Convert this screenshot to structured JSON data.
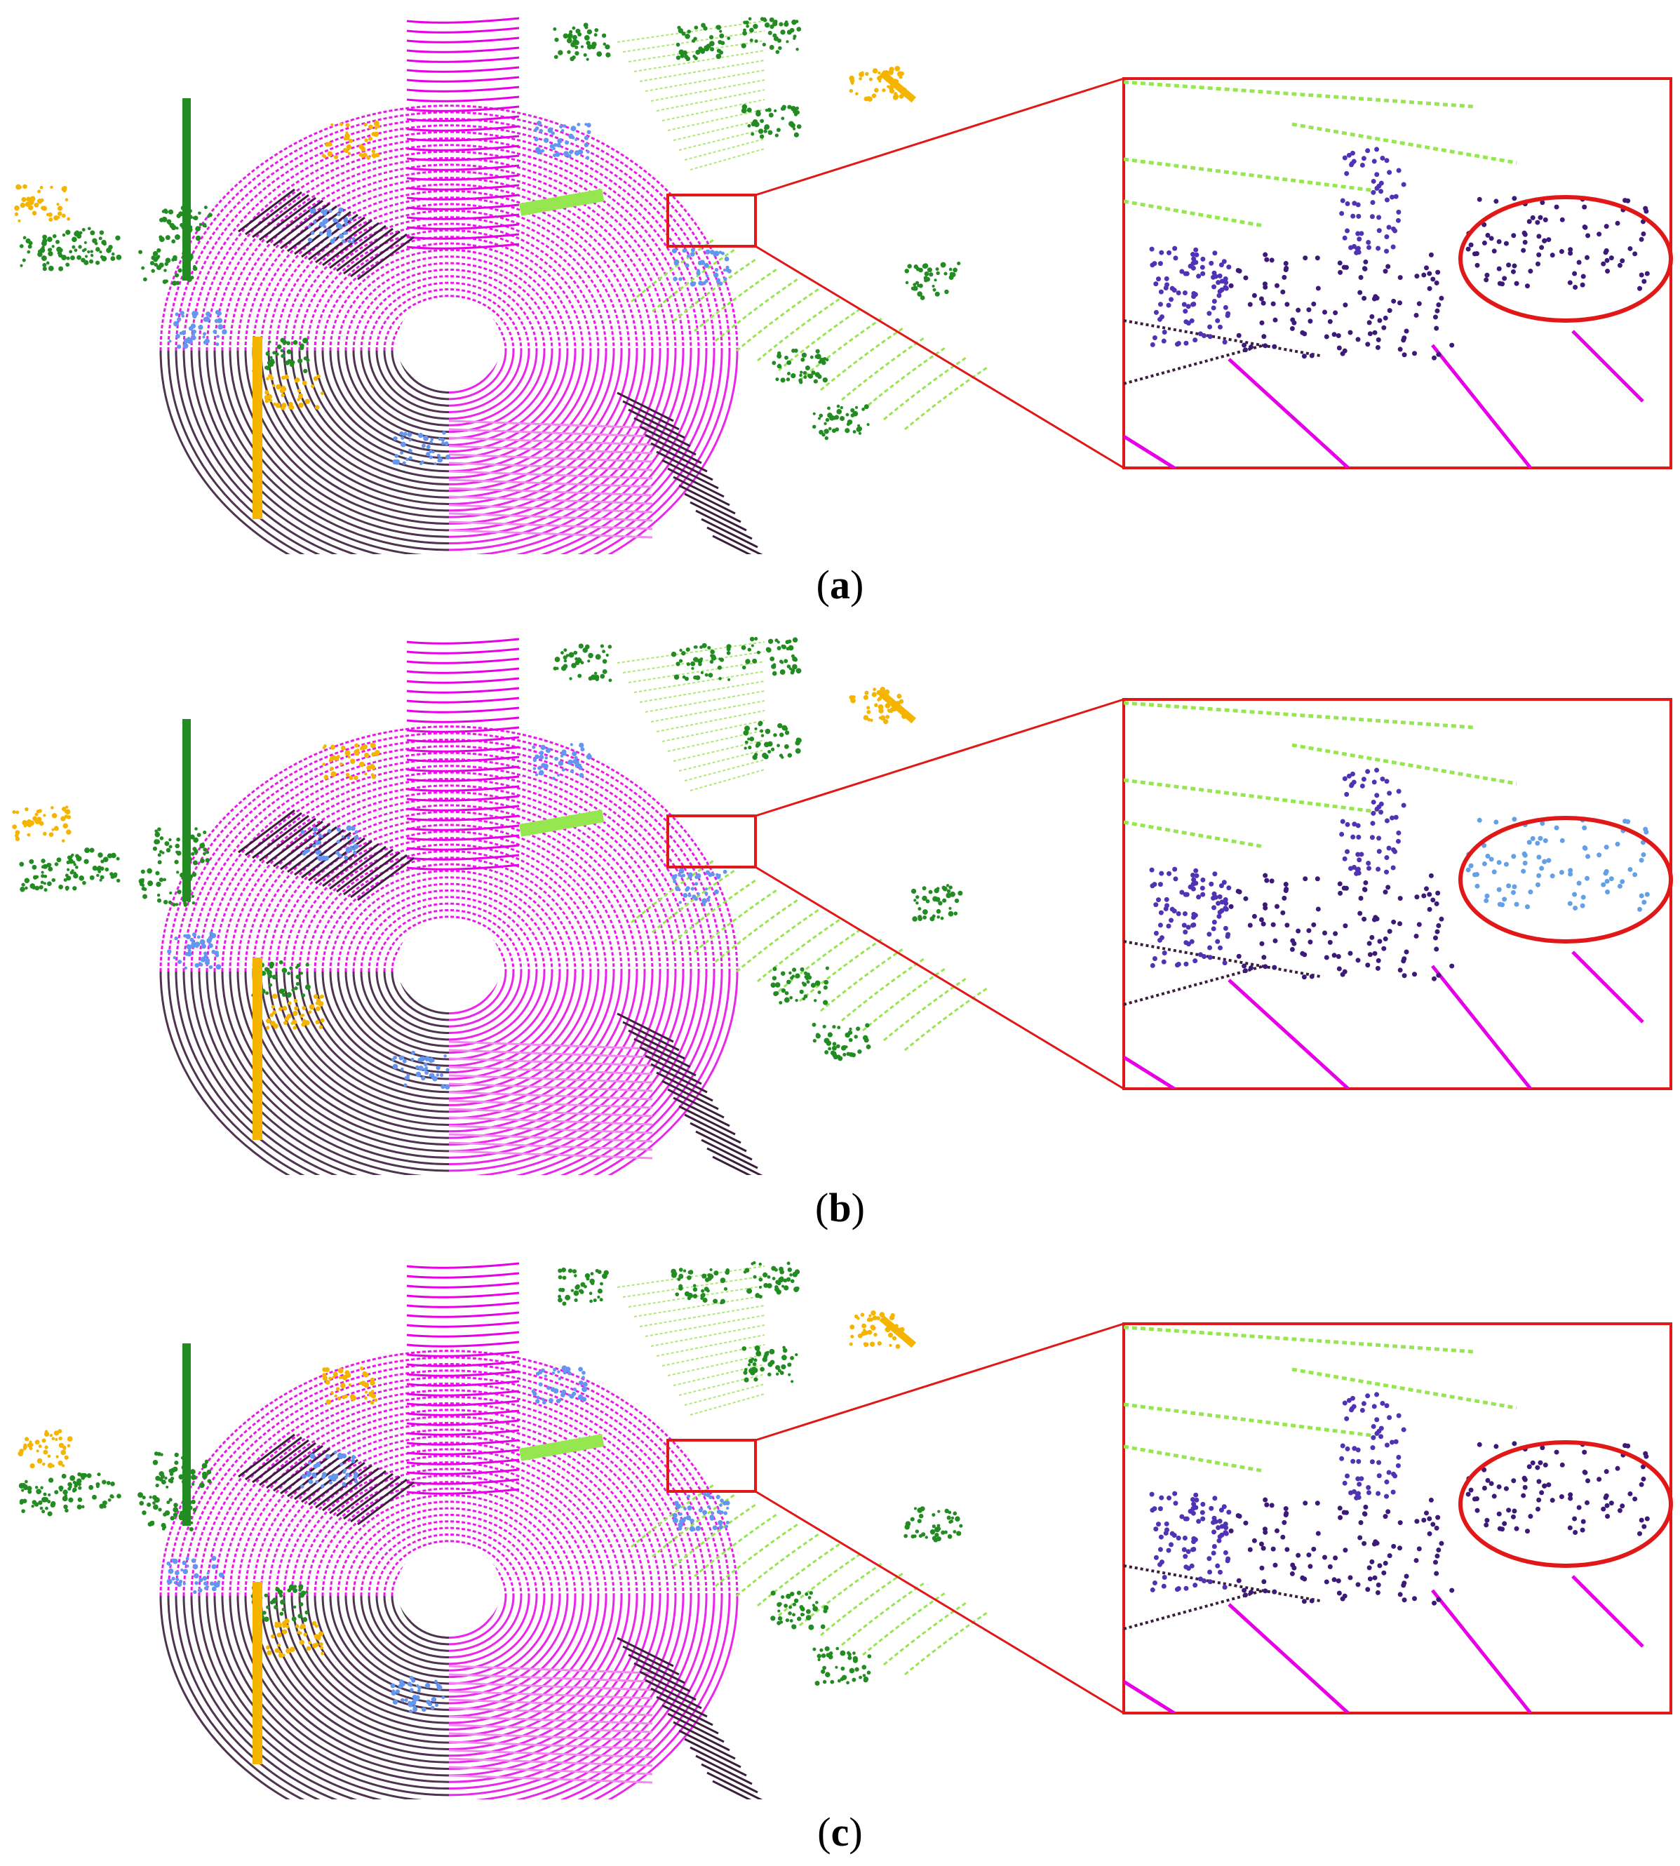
{
  "figure": {
    "panels": [
      {
        "id": "a",
        "caption_open": "(",
        "caption_letter": "a",
        "caption_close": ")",
        "highlight": "dark-purple"
      },
      {
        "id": "b",
        "caption_open": "(",
        "caption_letter": "b",
        "caption_close": ")",
        "highlight": "light-blue"
      },
      {
        "id": "c",
        "caption_open": "(",
        "caption_letter": "c",
        "caption_close": ")",
        "highlight": "dark-purple"
      }
    ]
  },
  "colors": {
    "road": "#e600e6",
    "road_light": "#f08cf0",
    "sidewalk": "#3c1e3c",
    "vegetation": "#228b22",
    "terrain": "#96e650",
    "building": "#f5b400",
    "car": "#6496f0",
    "other_object": "#5032b4",
    "highlight_box": "#e01818",
    "highlight_dark": "#3c1a78",
    "highlight_light": "#64a0e6"
  }
}
